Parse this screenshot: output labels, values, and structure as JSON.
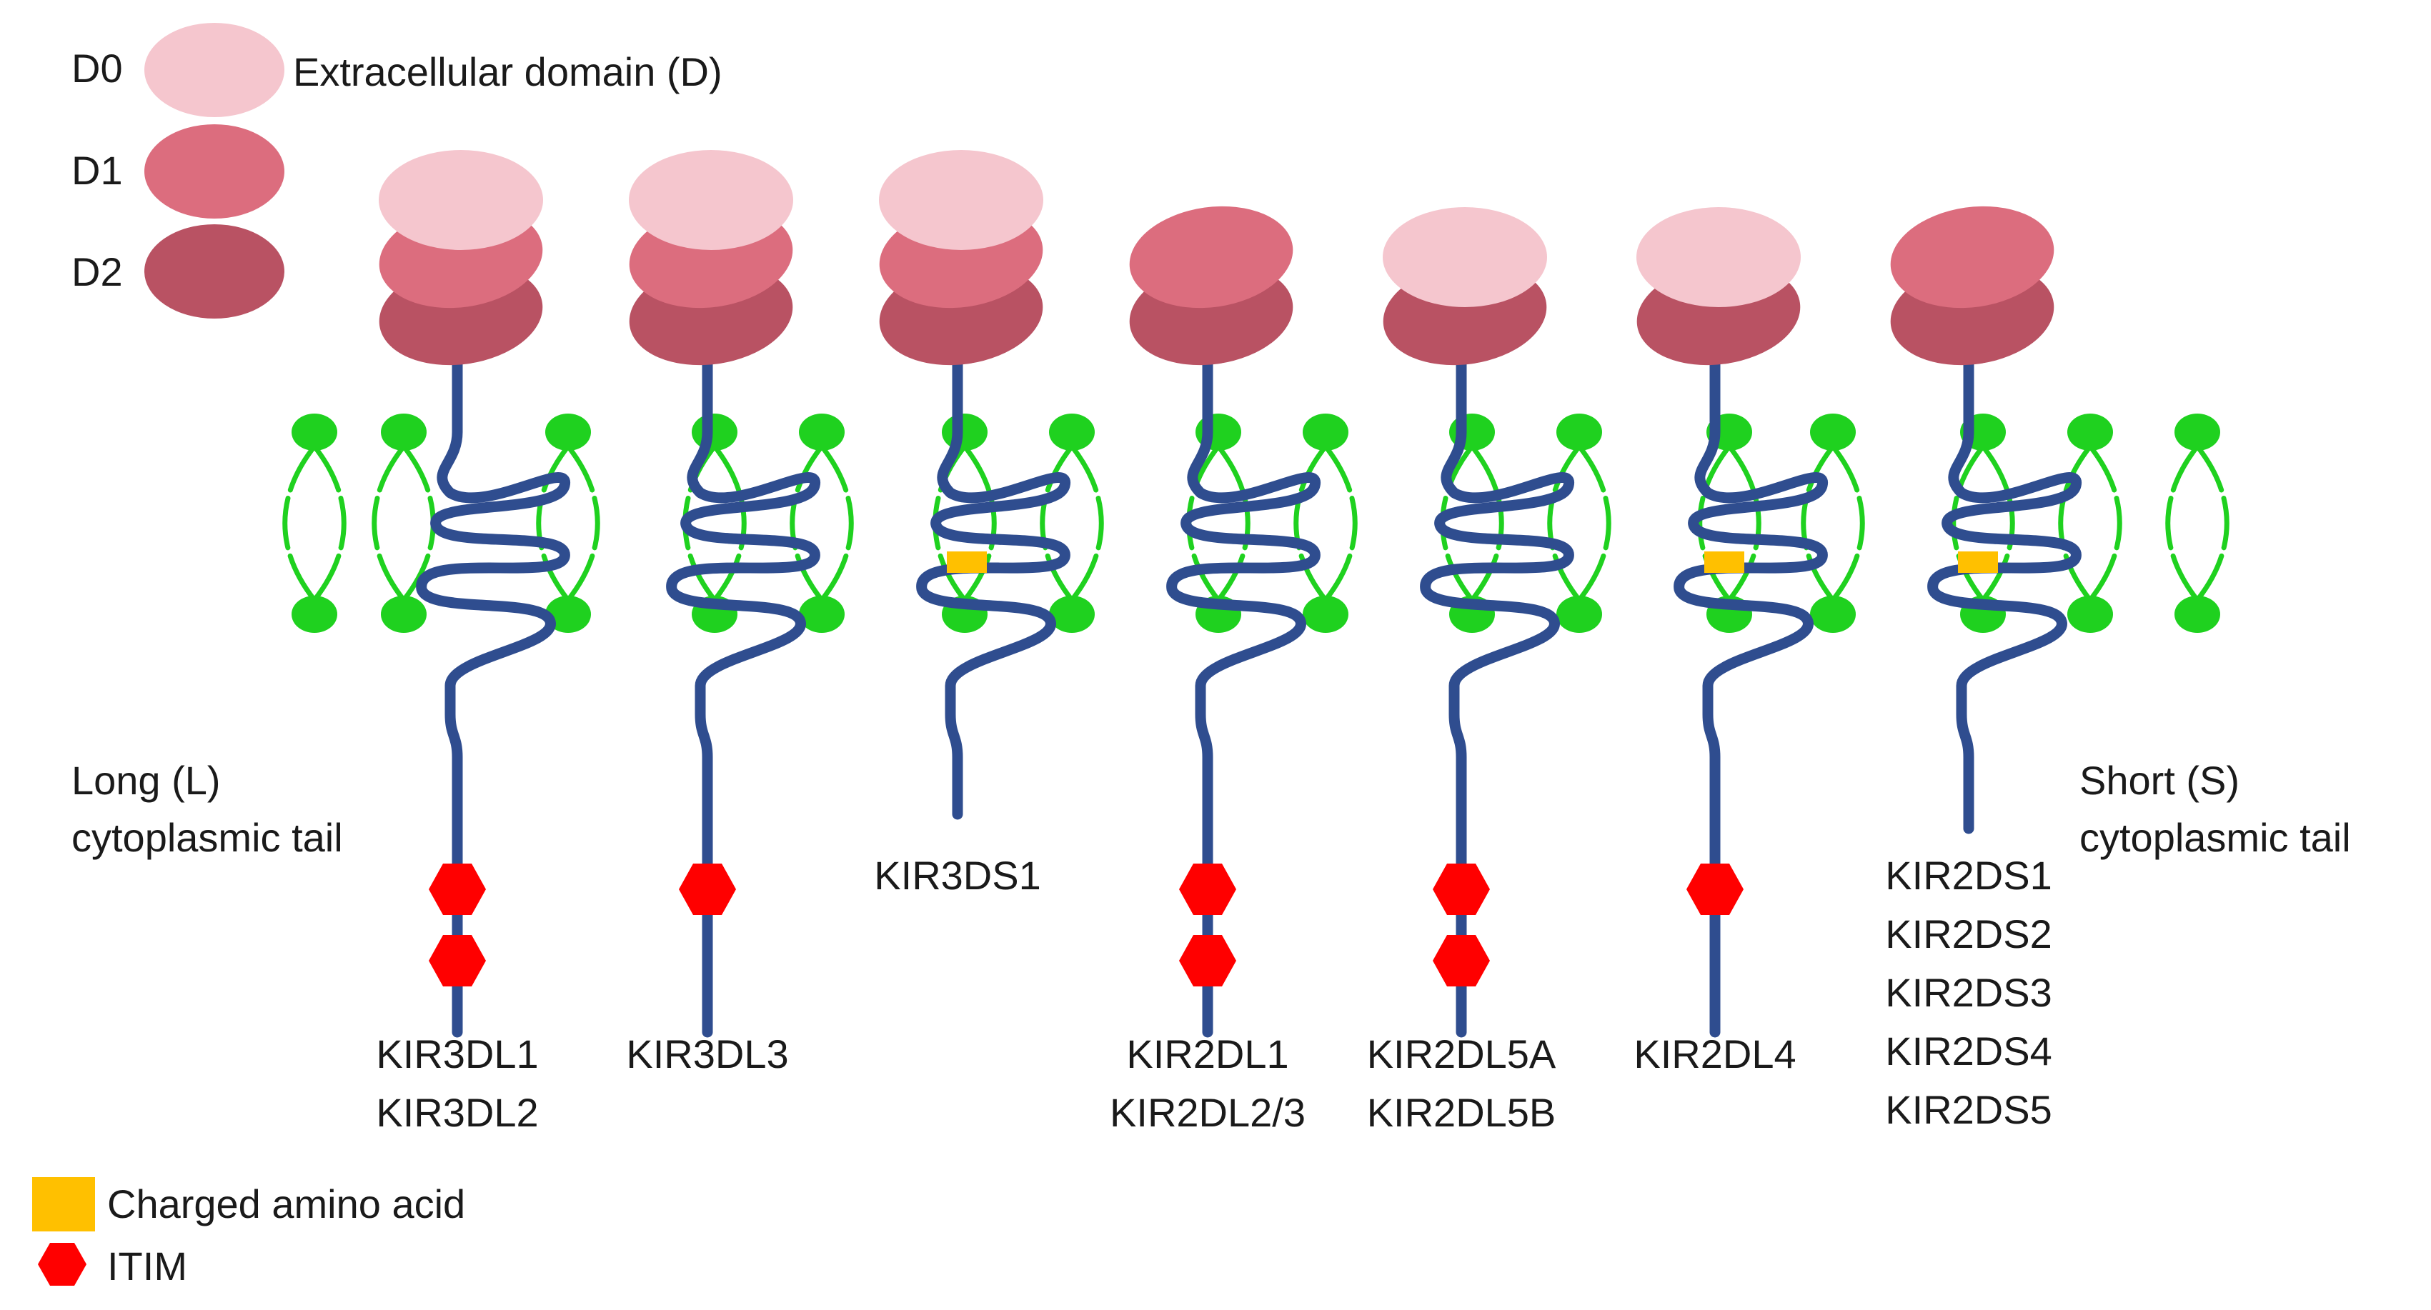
{
  "colors": {
    "d0": "#F5C6CE",
    "d1": "#DC6D7E",
    "d2": "#B95263",
    "chain": "#2F4D8F",
    "lipid": "#1FD11F",
    "charged": "#FFC000",
    "itim": "#FF0000"
  },
  "legend": {
    "d0_label": "D0",
    "d1_label": "D1",
    "d2_label": "D2",
    "domain_title": "Extracellular domain (D)",
    "charged_label": "Charged amino acid",
    "itim_label": "ITIM"
  },
  "tail_labels": {
    "long_line1": "Long (L)",
    "long_line2": "cytoplasmic tail",
    "short_line1": "Short (S)",
    "short_line2": "cytoplasmic tail"
  },
  "receptors": [
    {
      "domains": [
        "D0",
        "D1",
        "D2"
      ],
      "charged": false,
      "itim_count": 2,
      "names": [
        "KIR3DL1",
        "KIR3DL2"
      ]
    },
    {
      "domains": [
        "D0",
        "D1",
        "D2"
      ],
      "charged": false,
      "itim_count": 1,
      "names": [
        "KIR3DL3"
      ]
    },
    {
      "domains": [
        "D0",
        "D1",
        "D2"
      ],
      "charged": true,
      "itim_count": 0,
      "names": [
        "KIR3DS1"
      ]
    },
    {
      "domains": [
        "D1",
        "D2"
      ],
      "charged": false,
      "itim_count": 2,
      "names": [
        "KIR2DL1",
        "KIR2DL2/3"
      ]
    },
    {
      "domains": [
        "D0",
        "D2"
      ],
      "charged": false,
      "itim_count": 2,
      "names": [
        "KIR2DL5A",
        "KIR2DL5B"
      ]
    },
    {
      "domains": [
        "D0",
        "D2"
      ],
      "charged": true,
      "itim_count": 1,
      "names": [
        "KIR2DL4"
      ]
    },
    {
      "domains": [
        "D1",
        "D2"
      ],
      "charged": true,
      "itim_count": 0,
      "names": [
        "KIR2DS1",
        "KIR2DS2",
        "KIR2DS3",
        "KIR2DS4",
        "KIR2DS5"
      ]
    }
  ]
}
